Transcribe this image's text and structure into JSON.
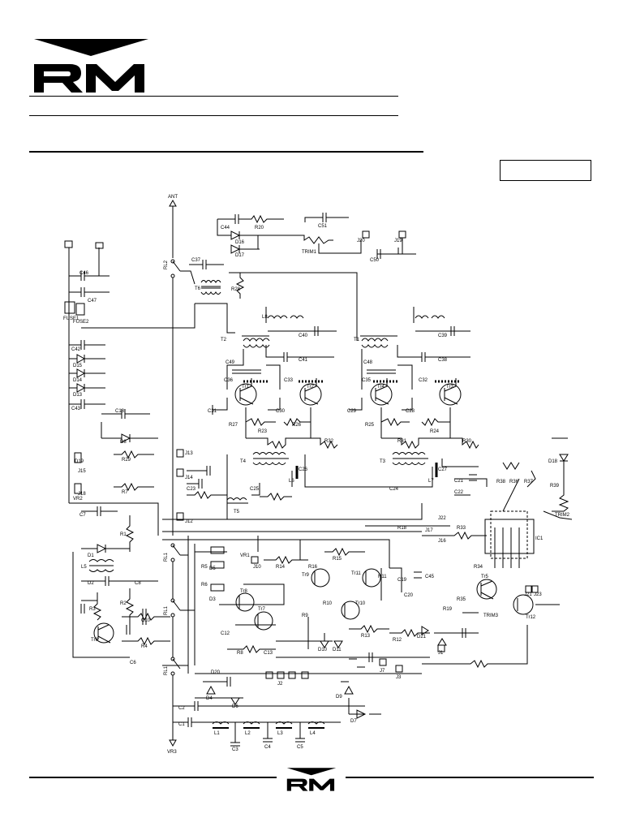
{
  "header": {
    "logo_text": "RM"
  },
  "schematic": {
    "labels": {
      "ant": "ANT",
      "rl2": "RL2",
      "rl1a": "RL1",
      "rl1b": "RL1",
      "rl1c": "RL1",
      "t1": "T1",
      "t2": "T2",
      "t3": "T3",
      "t4": "T4",
      "t5": "T5",
      "t6": "T6",
      "tr1": "Tr1",
      "tr2": "Tr2",
      "tr3": "Tr3",
      "tr4": "Tr4",
      "tr5": "Tr5",
      "tr6": "Tr6",
      "tr7": "Tr7",
      "tr8": "Tr8",
      "tr9": "Tr9",
      "tr10": "Tr10",
      "tr11": "Tr11",
      "tr12": "Tr12",
      "ic1": "IC1",
      "l1": "L1",
      "l2": "L2",
      "l3": "L3",
      "l4": "L4",
      "l5": "L5",
      "l6": "L6",
      "l7": "L7",
      "l8": "L8",
      "r1": "R1",
      "r2": "R2",
      "r3": "R3",
      "r4": "R4",
      "r5": "R5",
      "r6": "R6",
      "r7": "R7",
      "r8": "R8",
      "r9": "R9",
      "r10": "R10",
      "r11": "R11",
      "r12": "R12",
      "r13": "R13",
      "r14": "R14",
      "r15": "R15",
      "r16": "R16",
      "r18": "R18",
      "r19": "R19",
      "r20": "R20",
      "r23": "R23",
      "r24": "R24",
      "r25": "R25",
      "r26": "R26",
      "r27": "R27",
      "r28": "R28",
      "r29": "R29",
      "r30": "R30",
      "r31": "R31",
      "r32": "R32",
      "r33": "R33",
      "r34": "R34",
      "r35": "R35",
      "r36": "R36",
      "r37": "R37",
      "r38": "R38",
      "r39": "R39",
      "c1": "C1",
      "c2": "C2",
      "c3": "C3",
      "c4": "C4",
      "c5": "C5",
      "c6": "C6",
      "c7": "C7",
      "c8": "C8",
      "c10": "C10",
      "c12": "C12",
      "c13": "C13",
      "c18": "C18",
      "c19": "C19",
      "c20": "C20",
      "c21": "C21",
      "c22": "C22",
      "c23": "C23",
      "c24": "C24",
      "c25": "C25",
      "c26": "C26",
      "c27": "C27",
      "c28": "C28",
      "c29": "C29",
      "c30": "C30",
      "c31": "C31",
      "c32": "C32",
      "c33": "C33",
      "c35": "C35",
      "c36": "C36",
      "c37": "C37",
      "c38": "C38",
      "c39": "C39",
      "c40": "C40",
      "c41": "C41",
      "c42": "C42",
      "c43": "C43",
      "c44": "C44",
      "c45": "C45",
      "c46": "C46",
      "c47": "C47",
      "c48": "C48",
      "c49": "C49",
      "c50": "C50",
      "c51": "C51",
      "d1": "D1",
      "d2": "D2",
      "d3": "D3",
      "d4": "D4",
      "d5": "D5",
      "d6": "D6",
      "d7": "D7",
      "d8": "D8",
      "d9": "D9",
      "d10": "D10",
      "d11": "D11",
      "d13": "D13",
      "d14": "D14",
      "d15": "D15",
      "d16": "D16",
      "d17": "D17",
      "d18": "D18",
      "d19": "D19",
      "d20": "D20",
      "d21": "D21",
      "j1": "J1",
      "j2": "J2",
      "j3": "J3",
      "j7": "J7",
      "j10": "J10",
      "j12": "J12",
      "j13": "J13",
      "j14": "J14",
      "j15": "J15",
      "j16": "J16",
      "j17": "J17",
      "j18": "J18",
      "j19": "J19",
      "j20": "J20",
      "j21": "J21",
      "j22": "J22",
      "j23": "J23",
      "fuse1": "FUSE1",
      "fuse2": "FUSE2",
      "trim1": "TRIM1",
      "trim2": "TRIM2",
      "trim3": "TRIM3",
      "vr1": "VR1",
      "vr2": "VR2",
      "vr3": "VR3"
    }
  },
  "colors": {
    "ink": "#000000",
    "paper": "#ffffff"
  }
}
